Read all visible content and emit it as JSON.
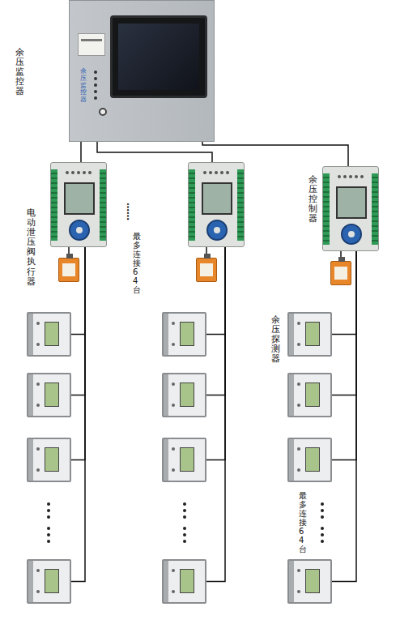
{
  "diagram": {
    "nodes": [
      {
        "text": [
          "余压监控器"
        ]
      },
      {
        "text": []
      },
      {
        "text": []
      },
      {
        "text": [
          "余压控制器"
        ]
      },
      {
        "text": [
          "电动泄压阀执行器"
        ]
      },
      {
        "text": []
      },
      {
        "text": []
      },
      {
        "text": []
      },
      {
        "text": []
      },
      {
        "text": []
      },
      {
        "text": []
      },
      {
        "text": []
      },
      {
        "text": []
      },
      {
        "text": []
      },
      {
        "text": []
      },
      {
        "text": [
          "余压探测器"
        ]
      },
      {
        "text": []
      },
      {
        "text": []
      },
      {
        "text": []
      }
    ],
    "edges": [
      {
        "from": 0,
        "to": 1,
        "arrow": "none"
      },
      {
        "from": 0,
        "to": 2,
        "arrow": "none"
      },
      {
        "from": 0,
        "to": 3,
        "arrow": "none"
      },
      {
        "from": 1,
        "to": 4,
        "arrow": "none"
      },
      {
        "from": 2,
        "to": 5,
        "arrow": "none"
      },
      {
        "from": 3,
        "to": 6,
        "arrow": "none"
      },
      {
        "from": 1,
        "to": 7,
        "arrow": "none"
      },
      {
        "from": 1,
        "to": 8,
        "arrow": "none"
      },
      {
        "from": 1,
        "to": 9,
        "arrow": "none"
      },
      {
        "from": 1,
        "to": 10,
        "arrow": "none"
      },
      {
        "from": 2,
        "to": 11,
        "arrow": "none"
      },
      {
        "from": 2,
        "to": 12,
        "arrow": "none"
      },
      {
        "from": 2,
        "to": 13,
        "arrow": "none"
      },
      {
        "from": 2,
        "to": 14,
        "arrow": "none"
      },
      {
        "from": 3,
        "to": 15,
        "arrow": "none"
      },
      {
        "from": 3,
        "to": 16,
        "arrow": "none"
      },
      {
        "from": 3,
        "to": 17,
        "arrow": "none"
      },
      {
        "from": 3,
        "to": 18,
        "arrow": "none"
      }
    ],
    "labels": [
      "余压监控器",
      "……",
      "最多连接64台",
      "最多连接64台"
    ]
  }
}
